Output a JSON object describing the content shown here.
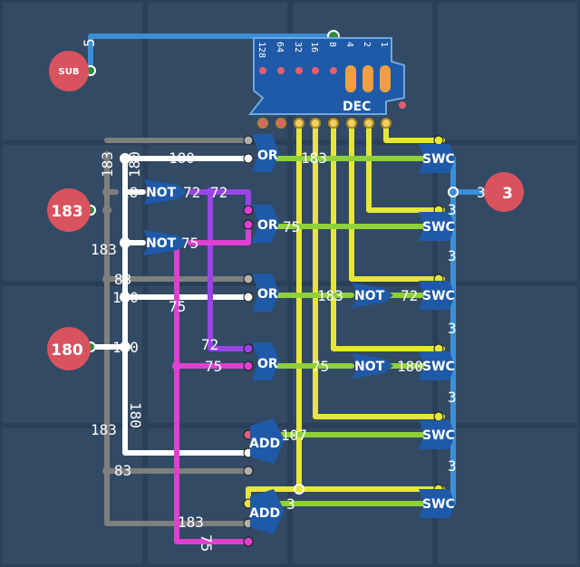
{
  "colors": {
    "background": "#324a64",
    "grid": "#2b4058",
    "gray_wire": "#7f7f7f",
    "white_wire": "#ffffff",
    "magenta_wire": "#e040d0",
    "purple_wire": "#9a44e6",
    "yellow_wire": "#e6e63a",
    "green_wire": "#8fd13a",
    "blue_wire": "#3a90d6",
    "gate_fill": "#1f5aa8",
    "node_red": "#d9535f",
    "pin_green": "#2e8a3e"
  },
  "nodes": {
    "sub": {
      "label": "SUB",
      "value": "5"
    },
    "input_a": {
      "value": "183"
    },
    "input_b": {
      "value": "180"
    },
    "output": {
      "value": "3",
      "wire_value": "3"
    }
  },
  "decoder": {
    "label": "DEC",
    "bits": [
      "128",
      "64",
      "32",
      "16",
      "8",
      "4",
      "2",
      "1"
    ]
  },
  "gates": {
    "or1": "OR",
    "or2": "OR",
    "or3": "OR",
    "or4": "OR",
    "add1": "ADD",
    "add2": "ADD",
    "not1": "NOT",
    "not2": "NOT",
    "not3": "NOT",
    "not4": "NOT",
    "swc": "SWC"
  },
  "wire_labels": {
    "gray_top": "183",
    "white_top": "180",
    "white_left_top": "180",
    "gray_left_18": "18",
    "not1_out_a": "72",
    "not1_out_b": "72",
    "left_183": "183",
    "not2_out": "75",
    "gray_83_a": "83",
    "white_180_mid": "180",
    "magenta_75": "75",
    "purple_72": "72",
    "magenta_75_b": "75",
    "white_180_v": "180",
    "left_183_b": "183",
    "gray_83_b": "83",
    "gray_183_bottom": "183",
    "magenta_75_bottom": "75",
    "or1_out": "183",
    "or2_out": "75",
    "or3_out": "183",
    "or4_out": "75",
    "not3_out": "72",
    "not4_out": "180",
    "add1_out": "107",
    "add2_out": "3",
    "blue_1": "3",
    "blue_2": "3",
    "blue_3": "3",
    "blue_4": "3",
    "blue_5": "3"
  }
}
